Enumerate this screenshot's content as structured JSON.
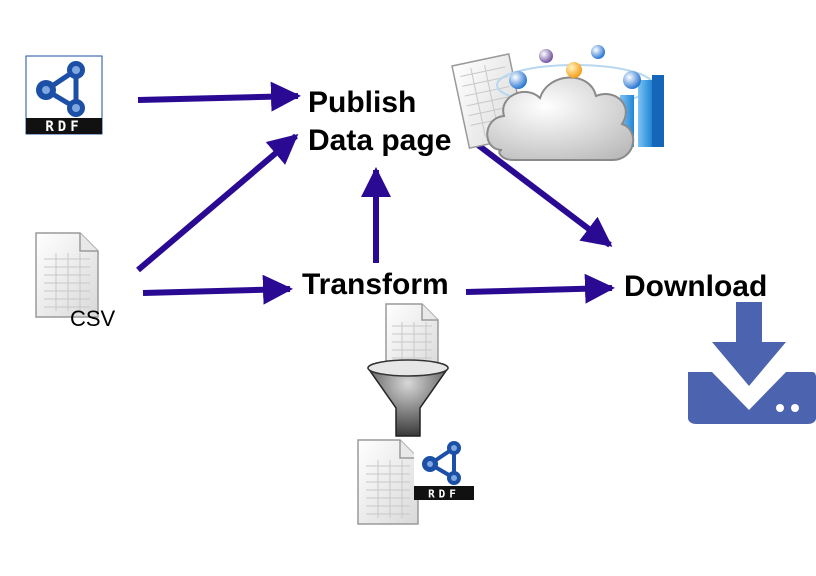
{
  "nodes": {
    "publish_line1": "Publish",
    "publish_line2": "Data page",
    "transform": "Transform",
    "download": "Download",
    "csv_label": "CSV",
    "rdf_logo_text": "RDF"
  },
  "colors": {
    "arrow": "#2a0a92",
    "download_icon": "#4c63b0",
    "rdf_blue": "#1c4fa6"
  },
  "icons": [
    "rdf-logo-icon",
    "csv-document-icon",
    "cloud-data-icon",
    "funnel-icon",
    "download-icon"
  ]
}
